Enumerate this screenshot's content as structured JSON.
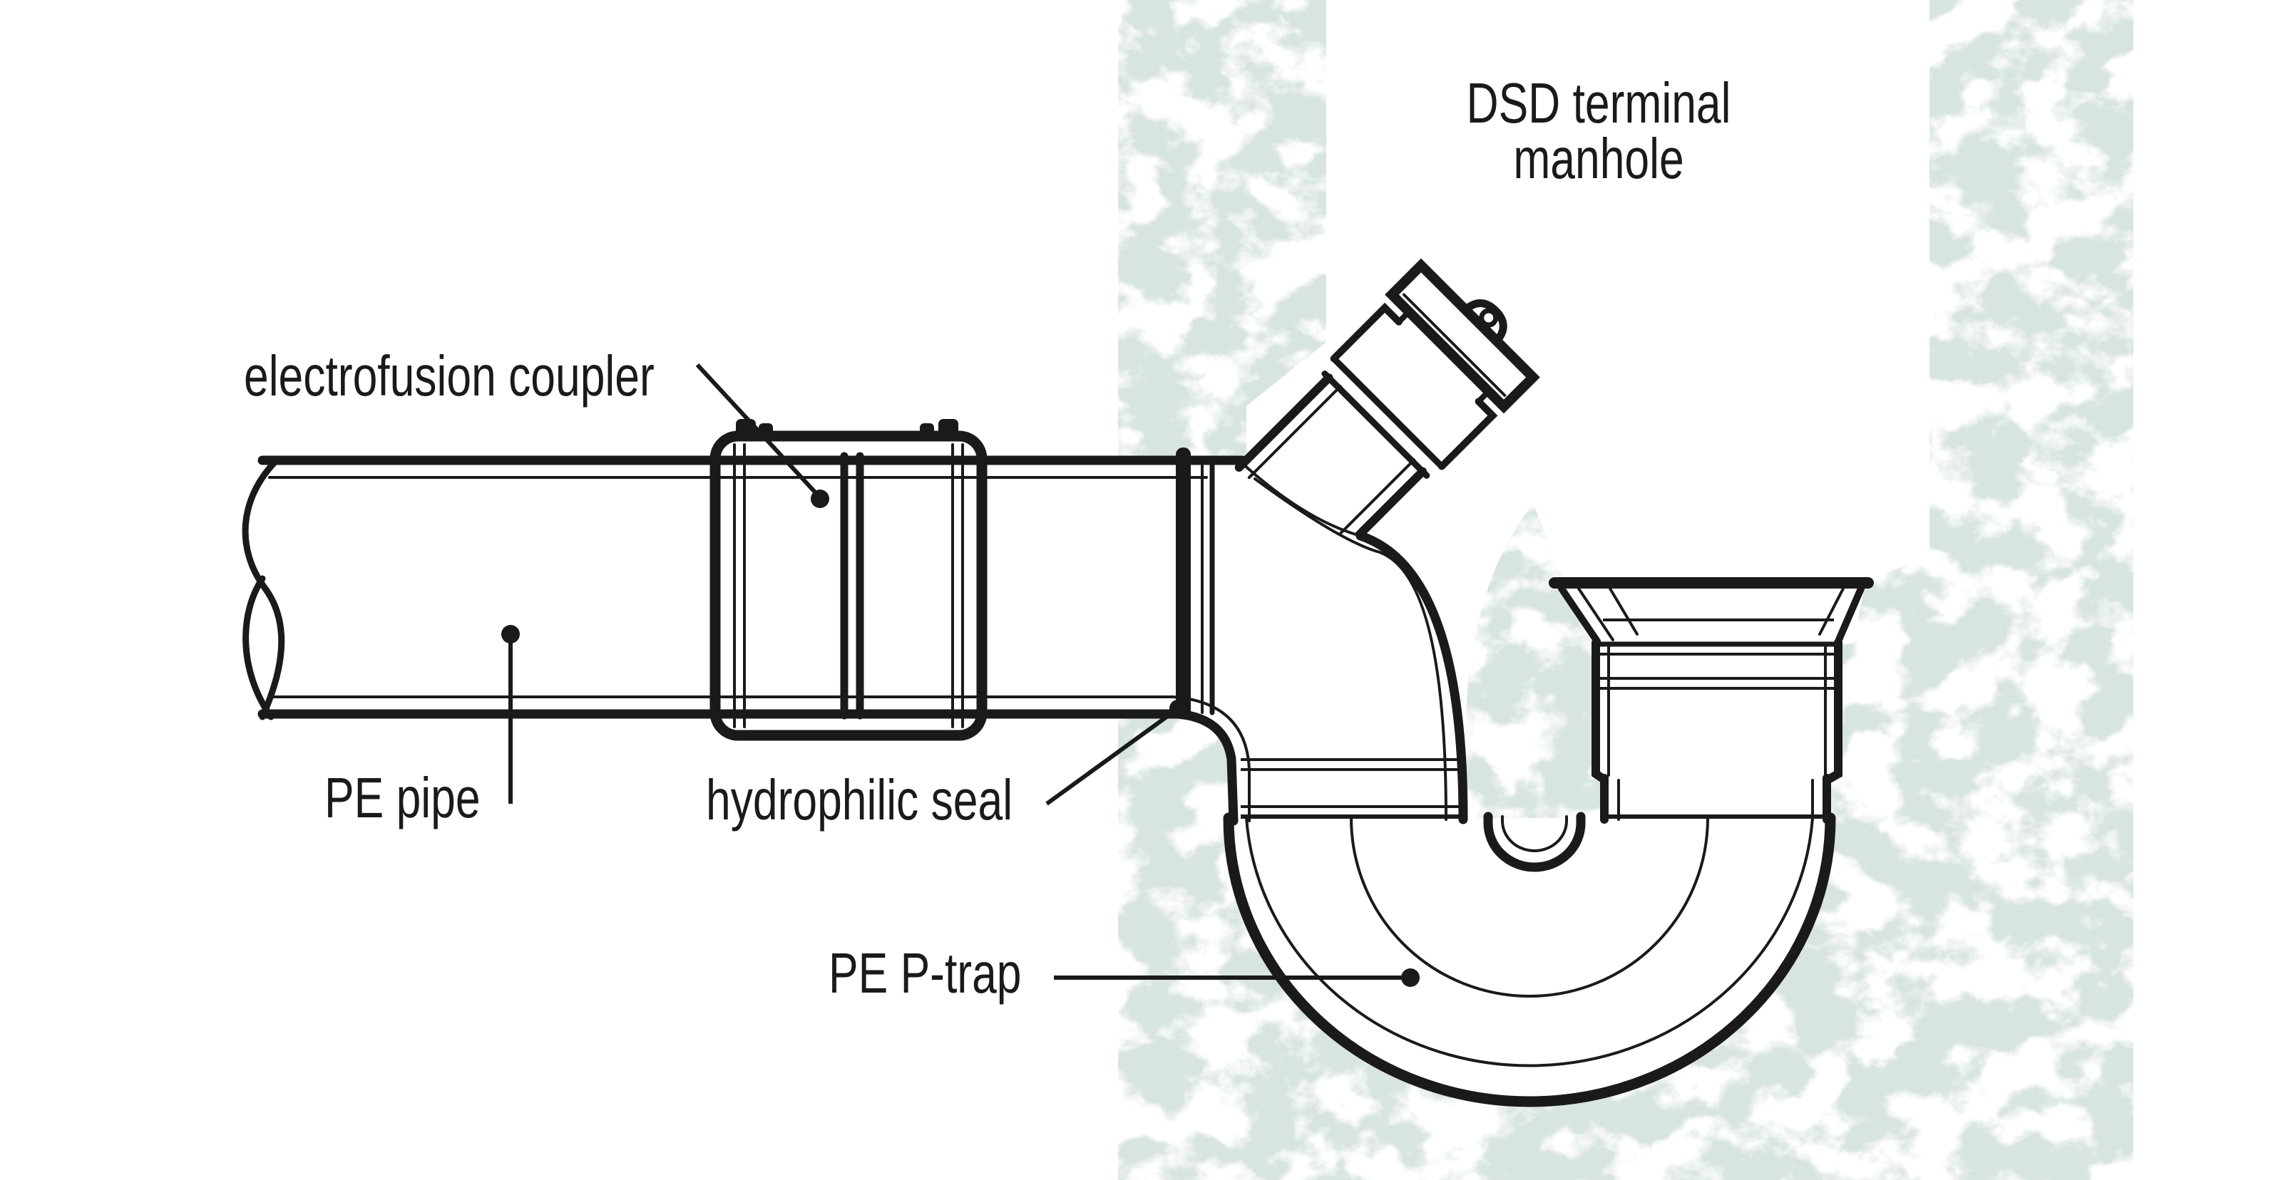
{
  "diagram": {
    "title_lines": {
      "manhole_line1": "DSD terminal",
      "manhole_line2": "manhole"
    },
    "labels": {
      "coupler": "electrofusion coupler",
      "pipe": "PE pipe",
      "seal": "hydrophilic seal",
      "trap": "PE P-trap"
    },
    "colors": {
      "ink": "#1a1a1a",
      "concrete": "#d8e4e0",
      "background": "#ffffff"
    }
  }
}
